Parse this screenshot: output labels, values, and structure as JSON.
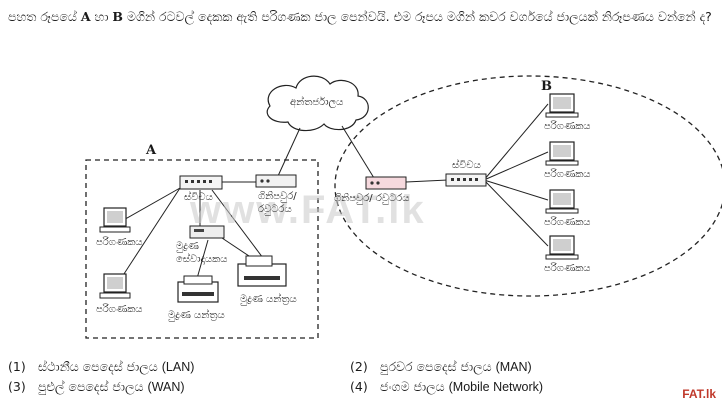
{
  "question": {
    "pre": "පහත රූපයේ ",
    "a": "A",
    "mid": " හා ",
    "b": "B",
    "post": " මගින් රටවල් දෙකක ඇති පරිගණක ජාල පෙන්වයි. එම රූපය මගින් කවර වර්ගයේ ජාලයක් නිරූපණය වන්නේ ද?"
  },
  "diagram": {
    "label_a": "A",
    "label_b": "B",
    "internet": "අන්තර්ජාලය",
    "switch": "ස්විචය",
    "gateway": "ගිනිපවුර/ රවුටරය",
    "computer": "පරිගණකය",
    "print_server": "මුද්‍රණ සේවාදායකය",
    "printer": "මුද්‍රණ යන්ත්‍රය"
  },
  "watermark": "www.FAT.lk",
  "options": [
    {
      "num": "(1)",
      "si": "ස්ථානීය පෙදෙස් ජාලය",
      "en": "(LAN)"
    },
    {
      "num": "(2)",
      "si": "පුරවර පෙදෙස් ජාලය",
      "en": "(MAN)"
    },
    {
      "num": "(3)",
      "si": "පුළුල් පෙදෙස් ජාලය",
      "en": "(WAN)"
    },
    {
      "num": "(4)",
      "si": "ජංගම ජාලය",
      "en": "(Mobile Network)"
    }
  ],
  "corner_mark": "FAT.lk"
}
